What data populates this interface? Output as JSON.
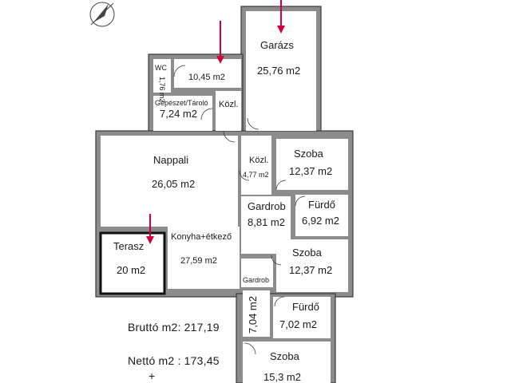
{
  "rooms": {
    "garazs": {
      "name": "Garázs",
      "area": "25,76 m2"
    },
    "wc": {
      "name": "WC",
      "area": "1,76 m2"
    },
    "r1045": {
      "area": "10,45 m2"
    },
    "gepeszet": {
      "name": "Gépészet/Tároló",
      "area": "7,24 m2"
    },
    "kozl1": {
      "name": "Közl."
    },
    "nappali": {
      "name": "Nappali",
      "area": "26,05 m2"
    },
    "kozl2": {
      "name": "Közl.",
      "area": "4,77 m2"
    },
    "szoba1": {
      "name": "Szoba",
      "area": "12,37 m2"
    },
    "gardrob1": {
      "name": "Gardrob",
      "area": "8,81 m2"
    },
    "furdo1": {
      "name": "Fürdő",
      "area": "6,92 m2"
    },
    "terasz": {
      "name": "Terasz",
      "area": "20 m2"
    },
    "konyha": {
      "name": "Konyha+étkező",
      "area": "27,59 m2"
    },
    "szoba2": {
      "name": "Szoba",
      "area": "12,37 m2"
    },
    "gardrob2": {
      "name": "Gardrob"
    },
    "vert": {
      "area": "7,04 m2"
    },
    "furdo2": {
      "name": "Fürdő",
      "area": "7,02 m2"
    },
    "szoba3": {
      "name": "Szoba",
      "area": "15,3 m2"
    }
  },
  "totals": {
    "brutto": "Bruttó m2: 217,19",
    "netto": "Nettó m2 : 173,45",
    "plus": "+"
  },
  "colors": {
    "wall": "#8c8c8c",
    "arrow": "#d2003c"
  },
  "icons": [
    "north-compass-icon",
    "entrance-arrow-icon"
  ]
}
